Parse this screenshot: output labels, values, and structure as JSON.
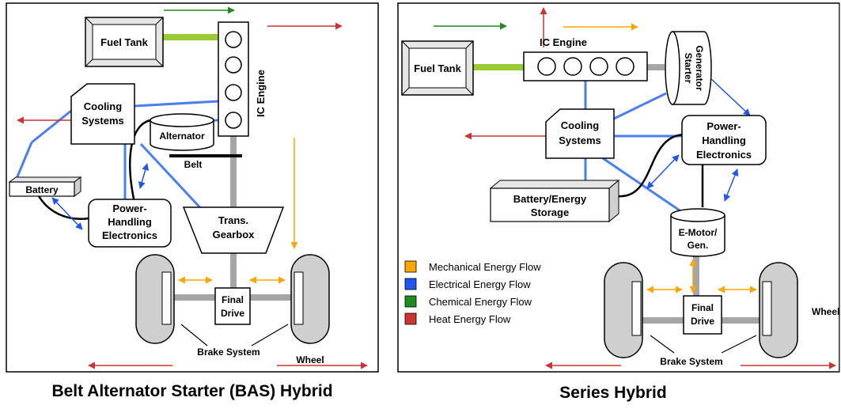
{
  "captions": {
    "left": "Belt Alternator Starter (BAS) Hybrid",
    "right": "Series Hybrid"
  },
  "colors": {
    "mechanical": "#ffa500",
    "electrical": "#2255ee",
    "electrical_line": "#4a7ff0",
    "chemical": "#1e8c1e",
    "heat": "#cc3333",
    "shaft": "#a6a6a6",
    "fuel_line": "#99cc33",
    "wheel": "#cfcfcf"
  },
  "legend": [
    {
      "label": "Mechanical Energy Flow",
      "color_key": "mechanical"
    },
    {
      "label": "Electrical Energy Flow",
      "color_key": "electrical"
    },
    {
      "label": "Chemical Energy Flow",
      "color_key": "chemical"
    },
    {
      "label": "Heat Energy Flow",
      "color_key": "heat"
    }
  ],
  "bas": {
    "fuel_tank": "Fuel Tank",
    "ic_engine": "IC Engine",
    "cooling_1": "Cooling",
    "cooling_2": "Systems",
    "alternator": "Alternator",
    "belt": "Belt",
    "battery": "Battery",
    "power_1": "Power-",
    "power_2": "Handling",
    "power_3": "Electronics",
    "trans_1": "Trans.",
    "trans_2": "Gearbox",
    "final_1": "Final",
    "final_2": "Drive",
    "brake": "Brake System",
    "wheel": "Wheel"
  },
  "series": {
    "fuel_tank": "Fuel Tank",
    "ic_engine": "IC Engine",
    "starter_1": "Starter",
    "starter_2": "Generator",
    "cooling_1": "Cooling",
    "cooling_2": "Systems",
    "power_1": "Power-",
    "power_2": "Handling",
    "power_3": "Electronics",
    "battery_1": "Battery/Energy",
    "battery_2": "Storage",
    "motor_1": "E-Motor/",
    "motor_2": "Gen.",
    "final_1": "Final",
    "final_2": "Drive",
    "brake": "Brake System",
    "wheel": "Wheel"
  }
}
